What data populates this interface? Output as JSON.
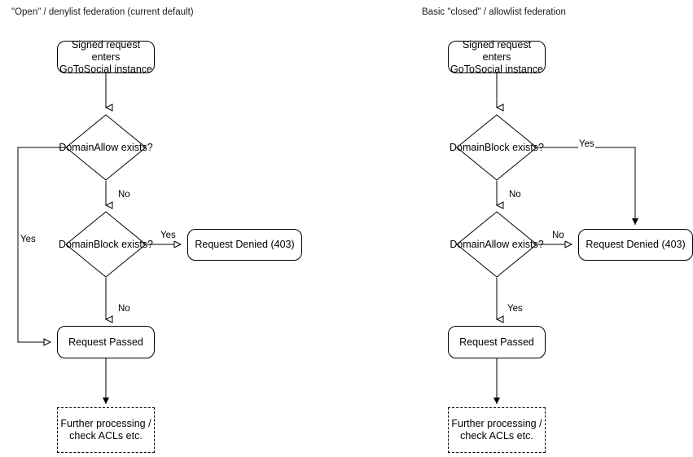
{
  "diagram": {
    "type": "flowchart",
    "panels": [
      {
        "id": "open-denylist",
        "title": "\"Open\" / denylist federation (current default)",
        "nodes": {
          "start": {
            "line1": "Signed request enters",
            "line2": "GoToSocial instance"
          },
          "decision1": {
            "line1": "DomainAllow",
            "line2": "exists?"
          },
          "decision2": {
            "line1": "DomainBlock",
            "line2": "exists?"
          },
          "denied": {
            "line1": "Request Denied (403)"
          },
          "passed": {
            "line1": "Request Passed"
          },
          "further": {
            "line1": "Further processing /",
            "line2": "check ACLs etc."
          }
        },
        "edge_labels": {
          "allow_yes": "Yes",
          "allow_no": "No",
          "block_yes": "Yes",
          "block_no": "No"
        }
      },
      {
        "id": "closed-allowlist",
        "title": "Basic \"closed\" / allowlist federation",
        "nodes": {
          "start": {
            "line1": "Signed request enters",
            "line2": "GoToSocial instance"
          },
          "decision1": {
            "line1": "DomainBlock",
            "line2": "exists?"
          },
          "decision2": {
            "line1": "DomainAllow",
            "line2": "exists?"
          },
          "denied": {
            "line1": "Request Denied (403)"
          },
          "passed": {
            "line1": "Request Passed"
          },
          "further": {
            "line1": "Further processing /",
            "line2": "check ACLs etc."
          }
        },
        "edge_labels": {
          "block_yes": "Yes",
          "block_no": "No",
          "allow_no": "No",
          "allow_yes": "Yes"
        }
      }
    ],
    "colors": {
      "stroke": "#000000",
      "fill": "#ffffff",
      "text": "#000000"
    }
  }
}
